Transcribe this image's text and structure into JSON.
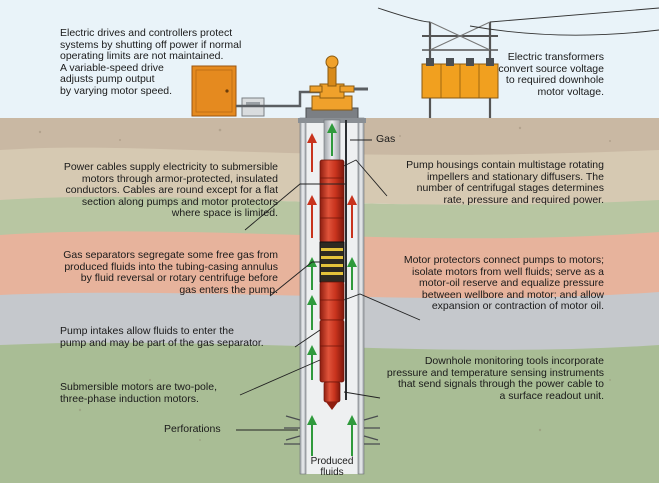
{
  "labels": {
    "drives": [
      "Electric drives and controllers protect",
      "systems by shutting off power if normal",
      "operating limits are not maintained.",
      "A variable-speed drive",
      "adjusts pump output",
      "by varying motor speed."
    ],
    "transformers": [
      "Electric transformers",
      "convert source voltage",
      "to required downhole",
      "motor voltage."
    ],
    "gas": [
      "Gas"
    ],
    "power_cables": [
      "Power cables supply electricity to submersible",
      "motors through armor-protected, insulated",
      "conductors. Cables are round except for a flat",
      "section along pumps and motor protectors",
      "where space is limited."
    ],
    "pump_housings": [
      "Pump housings contain multistage rotating",
      "impellers and stationary diffusers. The",
      "number of centrifugal stages determines",
      "rate, pressure and required power."
    ],
    "gas_separators": [
      "Gas separators segregate some free gas from",
      "produced fluids into the tubing-casing annulus",
      "by fluid reversal or rotary centrifuge before",
      "gas enters the pump."
    ],
    "motor_protectors": [
      "Motor protectors connect pumps to motors;",
      "isolate motors from well fluids; serve as a",
      "motor-oil reserve and equalize pressure",
      "between wellbore and motor; and allow",
      "expansion or contraction of motor oil."
    ],
    "pump_intakes": [
      "Pump intakes allow fluids to enter the",
      "pump and may be part of the gas separator."
    ],
    "downhole_monitoring": [
      "Downhole monitoring tools incorporate",
      "pressure and temperature sensing instruments",
      "that send signals through the power cable to",
      "a surface readout unit."
    ],
    "motors": [
      "Submersible motors are two-pole,",
      "three-phase induction motors."
    ],
    "perforations": [
      "Perforations"
    ],
    "produced_fluids": [
      "Produced",
      "fluids"
    ]
  },
  "colors": {
    "sky": "#e9f3f9",
    "soil": "#c9b8a3",
    "band_tan": "#d6c9b2",
    "band_green": "#a9bd95",
    "band_pink": "#e7b39c",
    "band_gray": "#c5c8cc",
    "band_olive": "#9fb08a",
    "casing": "#e4e6e8",
    "pump_red": "#c8331d",
    "drive_orange": "#e58a1f",
    "arrow_green": "#2f9a3c",
    "arrow_red": "#c8331d",
    "leader": "#222222"
  }
}
